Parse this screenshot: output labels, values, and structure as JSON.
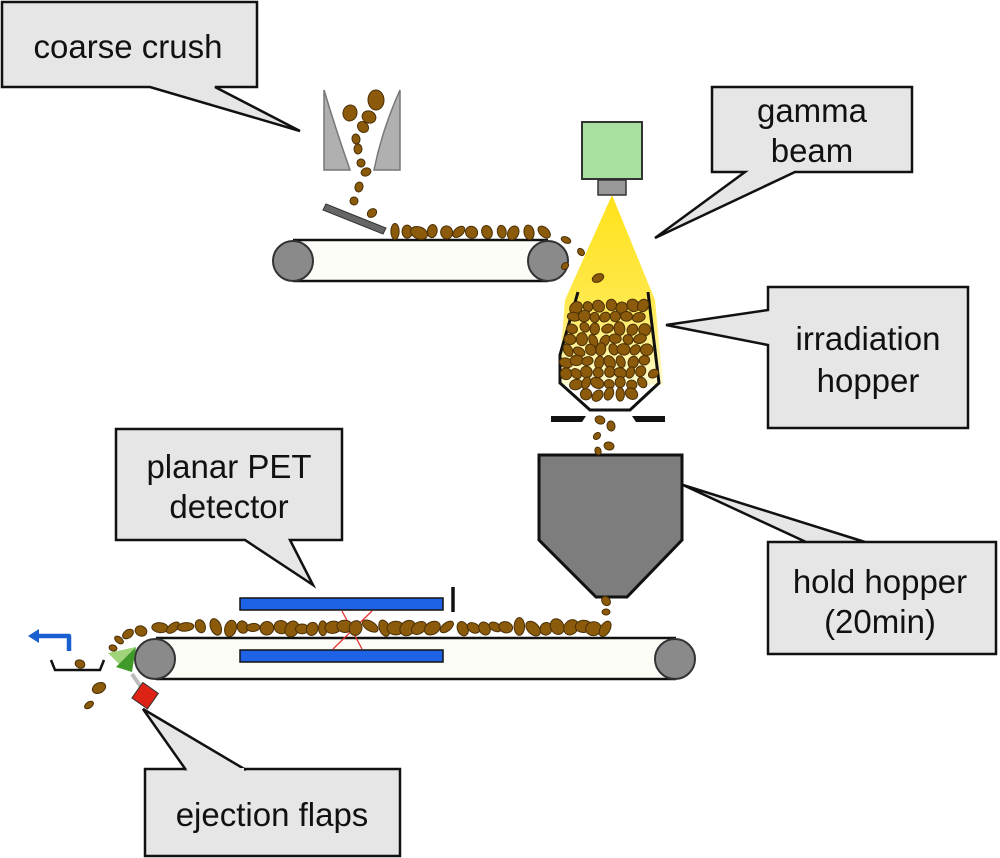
{
  "diagram": {
    "title": "Ore sorting process with gamma activation and PET detection",
    "callouts": [
      {
        "id": "coarse-crush",
        "lines": [
          "coarse crush"
        ]
      },
      {
        "id": "gamma-beam",
        "lines": [
          "gamma",
          "beam"
        ]
      },
      {
        "id": "irradiation-hopper",
        "lines": [
          "irradiation",
          "hopper"
        ]
      },
      {
        "id": "planar-pet-detector",
        "lines": [
          "planar PET",
          "detector"
        ]
      },
      {
        "id": "hold-hopper",
        "lines": [
          "hold hopper",
          "(20min)"
        ]
      },
      {
        "id": "ejection-flaps",
        "lines": [
          "ejection flaps"
        ]
      }
    ],
    "colors": {
      "callout_fill": "#e6e6e6",
      "ore": "#8b5a0a",
      "roller": "#8a8a8a",
      "belt": "#fdfdf8",
      "gamma_source": "#a8e0a0",
      "beam": "#ffe21a",
      "pet_detector": "#1e63e6",
      "hold_hopper": "#7d7d7d",
      "flap_light": "#9fd47a",
      "flap_dark": "#3f9a2a",
      "actuator": "#dd2216",
      "reject_arrow": "#1a5fd0",
      "lor": "#e83030"
    }
  }
}
